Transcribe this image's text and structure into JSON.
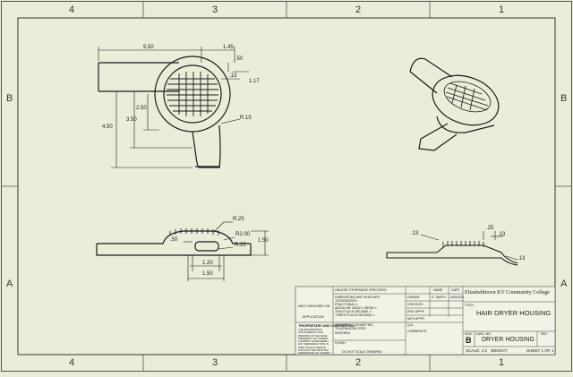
{
  "zones": {
    "columns": [
      "4",
      "3",
      "2",
      "1"
    ],
    "rows": [
      "B",
      "A"
    ]
  },
  "dims_top": {
    "w550": "5.50",
    "w145": "1.45",
    "d50": ".50",
    "d13": ".13",
    "d117": "1.17",
    "d250": "2.50",
    "d350": "3.50",
    "d450": "4.50",
    "r15": "R.15"
  },
  "dims_side": {
    "r25a": "R.25",
    "r200": "R2.00",
    "r25b": "R.25",
    "d50": ".50",
    "d150v": "1.50",
    "d120": "1.20",
    "d150h": "1.50"
  },
  "dims_right": {
    "d13a": ".13",
    "d25": ".25",
    "d13b": ".13",
    "d13c": ".13"
  },
  "title_block": {
    "school": "Elizabethtown KY Community College",
    "title_label": "TITLE:",
    "title": "HAIR DRYER HOUSING",
    "size_label": "SIZE",
    "size": "B",
    "dwg_label": "DWG. NO.",
    "dwg_no": "DRYER HOUSING",
    "rev_label": "REV",
    "scale": "SCALE: 1:2",
    "weight": "WEIGHT:",
    "sheet": "SHEET 1 OF 1",
    "unless": "UNLESS OTHERWISE SPECIFIED:",
    "name_hdr": "NAME",
    "date_hdr": "DATE",
    "dims_in": "DIMENSIONS ARE IN INCHES",
    "tolerances": "TOLERANCES:",
    "fractional": "FRACTIONAL ±",
    "angular": "ANGULAR: MACH ±   BEND ±",
    "two_place": "TWO PLACE DECIMAL   ±",
    "three_place": "THREE PLACE DECIMAL  ±",
    "interpret": "INTERPRET GEOMETRIC",
    "tolerancing": "TOLERANCING PER:",
    "material": "MATERIAL",
    "finish": "FINISH",
    "do_not_scale": "DO NOT SCALE DRAWING",
    "drawn": "DRAWN",
    "drawn_name": "D. SMITH",
    "drawn_date": "10/08/2016",
    "checked": "CHECKED",
    "eng_appr": "ENG APPR.",
    "mfg_appr": "MFG APPR.",
    "qa": "Q.A.",
    "comments": "COMMENTS:",
    "proprietary": "PROPRIETARY AND CONFIDENTIAL",
    "prop_text": "THE INFORMATION CONTAINED IN THIS DRAWING IS THE SOLE PROPERTY OF <INSERT COMPANY NAME HERE>. ANY REPRODUCTION IN PART OR AS A WHOLE WITHOUT THE WRITTEN PERMISSION OF <INSERT COMPANY NAME HERE> IS PROHIBITED.",
    "next_assy": "NEXT ASSY",
    "used_on": "USED ON",
    "application": "APPLICATION"
  },
  "colors": {
    "paper": "#ececda",
    "line": "#1a1a1a",
    "border": "#555555"
  }
}
